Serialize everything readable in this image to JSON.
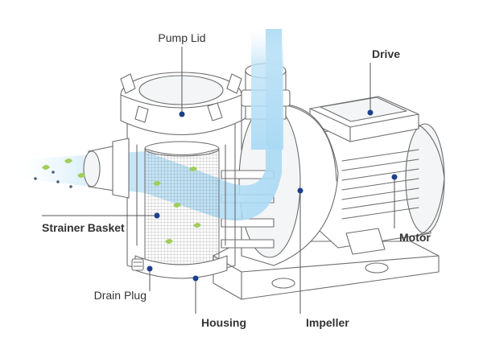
{
  "labels": {
    "pump_lid": "Pump Lid",
    "drive": "Drive",
    "motor": "Motor",
    "strainer_basket": "Strainer Basket",
    "drain_plug": "Drain Plug",
    "housing": "Housing",
    "impeller": "Impeller"
  },
  "colors": {
    "accent_dot": "#1d3f8c",
    "water_flow": "#bfe3f7",
    "leaf": "#9fce5a",
    "line_art": "#6d6d6d"
  }
}
